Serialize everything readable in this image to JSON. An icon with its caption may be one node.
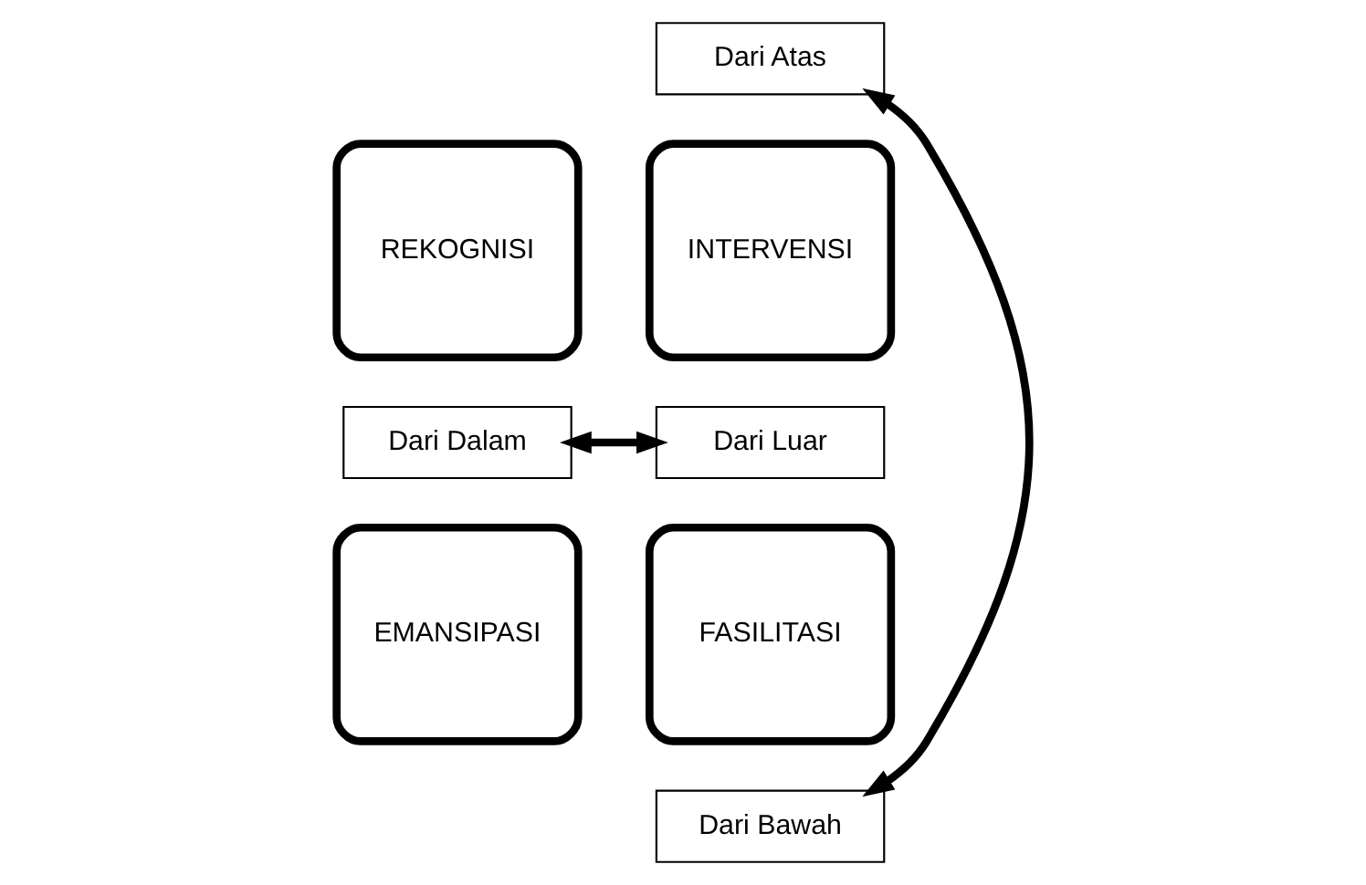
{
  "diagram": {
    "nodes": [
      {
        "text": [
          "Dari Atas"
        ]
      },
      {
        "text": [
          "REKOGNISI"
        ]
      },
      {
        "text": [
          "INTERVENSI"
        ]
      },
      {
        "text": [
          "Dari Dalam"
        ]
      },
      {
        "text": [
          "Dari Luar"
        ]
      },
      {
        "text": [
          "EMANSIPASI"
        ]
      },
      {
        "text": [
          "FASILITASI"
        ]
      },
      {
        "text": [
          "Dari Bawah"
        ]
      }
    ],
    "edges": [
      {
        "from": 0,
        "to": 7,
        "arrow": "both"
      },
      {
        "from": 3,
        "to": 4,
        "arrow": "both"
      }
    ]
  }
}
